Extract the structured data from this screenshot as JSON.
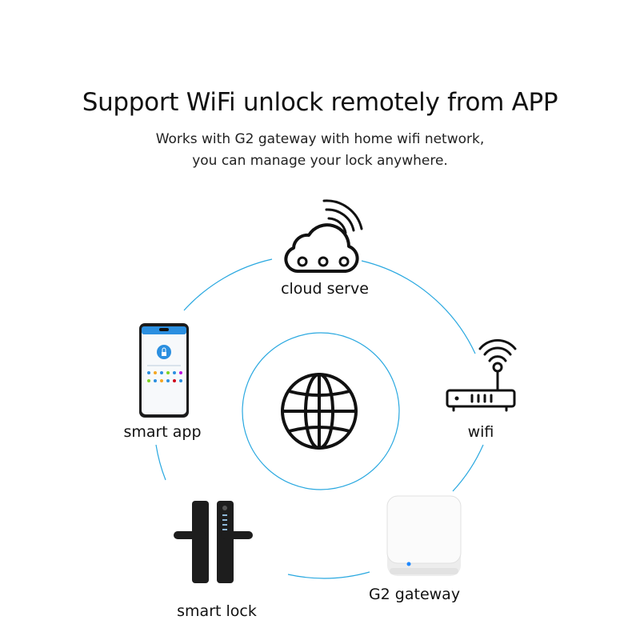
{
  "header": {
    "title": "Support WiFi unlock remotely from APP",
    "subtitle_line1": "Works with G2 gateway with home wifi network,",
    "subtitle_line2": "you can manage your lock anywhere."
  },
  "nodes": {
    "cloud": {
      "label": "cloud serve",
      "icon": "cloud-icon"
    },
    "wifi": {
      "label": "wifi",
      "icon": "router-icon"
    },
    "gateway": {
      "label": "G2 gateway",
      "icon": "gateway-icon"
    },
    "lock": {
      "label": "smart lock",
      "icon": "door-lock-icon"
    },
    "app": {
      "label": "smart app",
      "icon": "smartphone-icon"
    },
    "center": {
      "icon": "globe-icon"
    }
  },
  "colors": {
    "ring": "#29a8e0",
    "icon": "#111111",
    "led": "#1e88ff"
  }
}
